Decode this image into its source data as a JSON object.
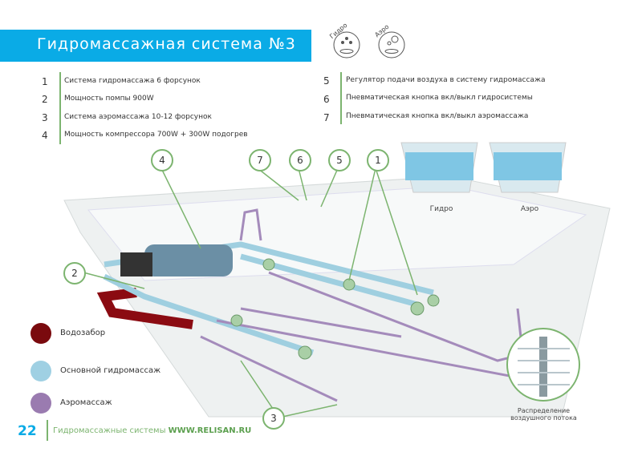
{
  "header": {
    "title": "Гидромассажная система №3"
  },
  "icons": [
    {
      "name": "hydro-icon",
      "label": "Гидро"
    },
    {
      "name": "aero-icon",
      "label": "Аэро"
    }
  ],
  "features_left": [
    {
      "num": "1",
      "text": "Система гидромассажа 6 форсунок"
    },
    {
      "num": "2",
      "text": "Мощность помпы 900W"
    },
    {
      "num": "3",
      "text": "Система аэромассажа 10-12 форсунок"
    },
    {
      "num": "4",
      "text": "Мощность компрессора 700W + 300W подогрев"
    }
  ],
  "features_right": [
    {
      "num": "5",
      "text": "Регулятор подачи воздуха в систему гидромассажа"
    },
    {
      "num": "6",
      "text": "Пневматическая кнопка вкл/выкл гидросистемы"
    },
    {
      "num": "7",
      "text": "Пневматическая кнопка вкл/выкл аэромассажа"
    }
  ],
  "preview": {
    "hydro": "Гидро",
    "aero": "Аэро"
  },
  "legend": [
    {
      "label": "Водозабор",
      "color": "#7a0a0e"
    },
    {
      "label": "Основной гидромассаж",
      "color": "#9fd0e3"
    },
    {
      "label": "Аэромассаж",
      "color": "#9a7bb0"
    }
  ],
  "callouts": [
    "1",
    "2",
    "3",
    "4",
    "5",
    "6",
    "7"
  ],
  "detail_caption": "Распределение воздушного потока",
  "footer": {
    "page": "22",
    "text": "Гидромассажные системы",
    "site": "WWW.RELISAN.RU"
  }
}
